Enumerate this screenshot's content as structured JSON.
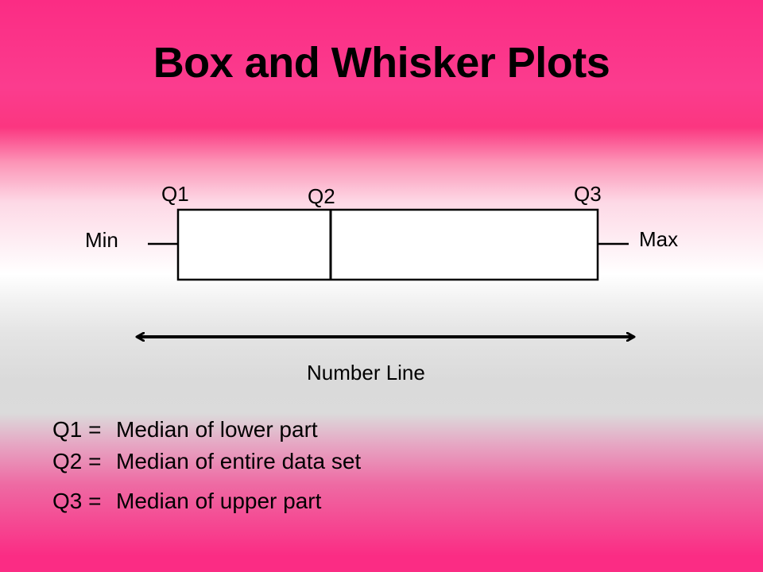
{
  "title": "Box and Whisker Plots",
  "diagram": {
    "labels": {
      "q1": "Q1",
      "q2": "Q2",
      "q3": "Q3",
      "min": "Min",
      "max": "Max"
    },
    "number_line_label": "Number Line"
  },
  "definitions": [
    {
      "term": "Q1 =",
      "meaning": "Median of lower part"
    },
    {
      "term": "Q2 =",
      "meaning": "Median of entire data set"
    },
    {
      "term": "Q3 =",
      "meaning": "Median of upper part"
    }
  ],
  "colors": {
    "accent_pink": "#fb2c84",
    "box_fill": "#ffffff",
    "stroke": "#000000"
  }
}
